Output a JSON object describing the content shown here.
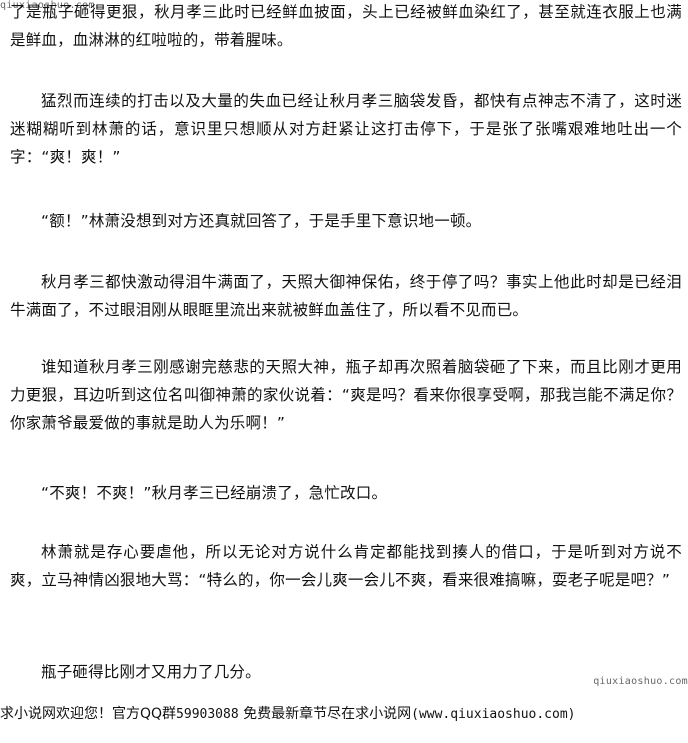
{
  "watermarks": {
    "top": "qiuxiaoshuo.com",
    "bottom": "qiuxiaoshuo.com"
  },
  "paragraphs": [
    "了是瓶子砸得更狠，秋月孝三此时已经鲜血披面，头上已经被鲜血染红了，甚至就连衣服上也满是鲜血，血淋淋的红啦啦的，带着腥味。",
    "猛烈而连续的打击以及大量的失血已经让秋月孝三脑袋发昏，都快有点神志不清了，这时迷迷糊糊听到林萧的话，意识里只想顺从对方赶紧让这打击停下，于是张了张嘴艰难地吐出一个字：“爽！爽！”",
    "“额！”林萧没想到对方还真就回答了，于是手里下意识地一顿。",
    "秋月孝三都快激动得泪牛满面了，天照大御神保佑，终于停了吗？事实上他此时却是已经泪牛满面了，不过眼泪刚从眼眶里流出来就被鲜血盖住了，所以看不见而已。",
    "谁知道秋月孝三刚感谢完慈悲的天照大神，瓶子却再次照着脑袋砸了下来，而且比刚才更用力更狠，耳边听到这位名叫御神萧的家伙说着：“爽是吗？看来你很享受啊，那我岂能不满足你？你家萧爷最爱做的事就是助人为乐啊！”",
    "“不爽！不爽！”秋月孝三已经崩溃了，急忙改口。",
    "林萧就是存心要虐他，所以无论对方说什么肯定都能找到揍人的借口，于是听到对方说不爽，立马神情凶狠地大骂：“特么的，你一会儿爽一会儿不爽，看来很难搞嘛，耍老子呢是吧？”",
    "瓶子砸得比刚才又用力了几分。"
  ],
  "footer": {
    "text_before": "求小说网欢迎您！官方QQ群",
    "qq_number": "59903088",
    "text_middle": " 免费最新章节尽在求小说网",
    "url": "(www.qiuxiaoshuo.com)"
  }
}
